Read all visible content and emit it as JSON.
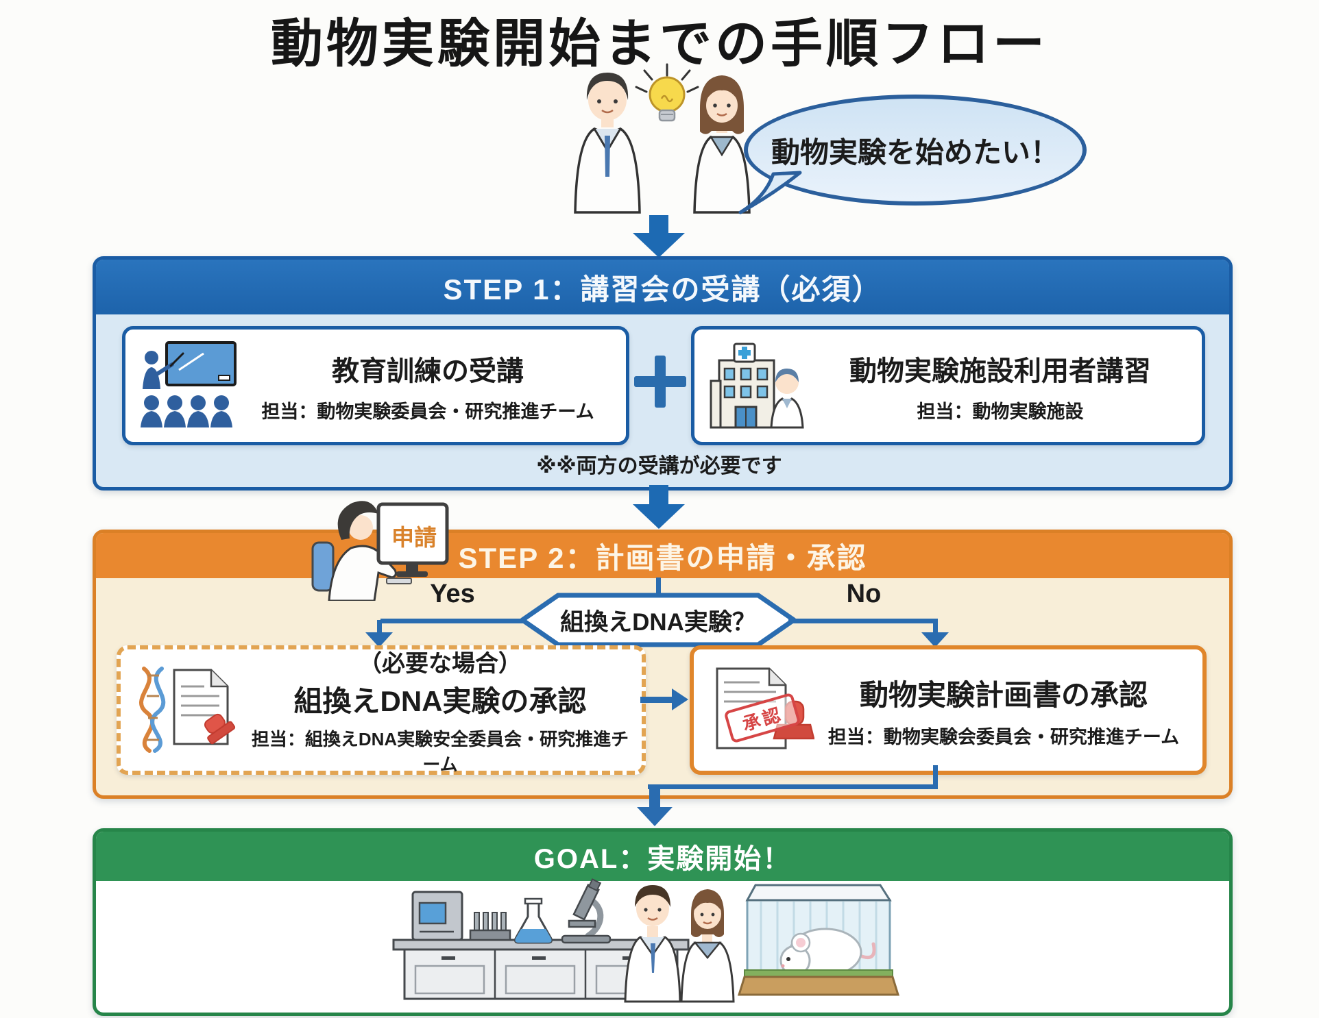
{
  "page": {
    "title": "動物実験開始までの手順フロー"
  },
  "intro": {
    "bubble_text": "動物実験を始めたい！"
  },
  "step1": {
    "header": "STEP 1：講習会の受講（必須）",
    "left_card": {
      "title": "教育訓練の受講",
      "subtitle": "担当：動物実験委員会・研究推進チーム"
    },
    "right_card": {
      "title": "動物実験施設利用者講習",
      "subtitle": "担当：動物実験施設"
    },
    "note": "※※両方の受講が必要です"
  },
  "step2": {
    "header": "STEP 2：計画書の申請・承認",
    "monitor_label": "申請",
    "decision_label": "組換えDNA実験？",
    "yes_label": "Yes",
    "no_label": "No",
    "left_card": {
      "condition": "（必要な場合）",
      "title": "組換えDNA実験の承認",
      "subtitle": "担当：組換えDNA実験安全委員会・研究推進チーム"
    },
    "right_card": {
      "title": "動物実験計画書の承認",
      "subtitle": "担当：動物実験会委員会・研究推進チーム",
      "stamp_label": "承認"
    }
  },
  "goal": {
    "header": "GOAL：実験開始！"
  },
  "icons": {
    "plus_between_courses": "＋"
  },
  "colors": {
    "step1_blue": "#1f68b0",
    "step1_border": "#1a5ca4",
    "step1_body_bg": "#d9e8f4",
    "step2_orange": "#e9882f",
    "step2_border": "#db8026",
    "step2_body_bg": "#f8eed8",
    "dashed_border_orange": "#e2a452",
    "approval_border_orange": "#e0862b",
    "goal_green": "#2f9355",
    "goal_border": "#268549",
    "arrow_blue": "#1d6ab3",
    "connector_blue": "#2a6cb0",
    "bubble_fill": "#dcebf7",
    "bubble_border": "#2b5f9c",
    "stamp_red": "#d64545",
    "application_orange": "#d9822b"
  }
}
